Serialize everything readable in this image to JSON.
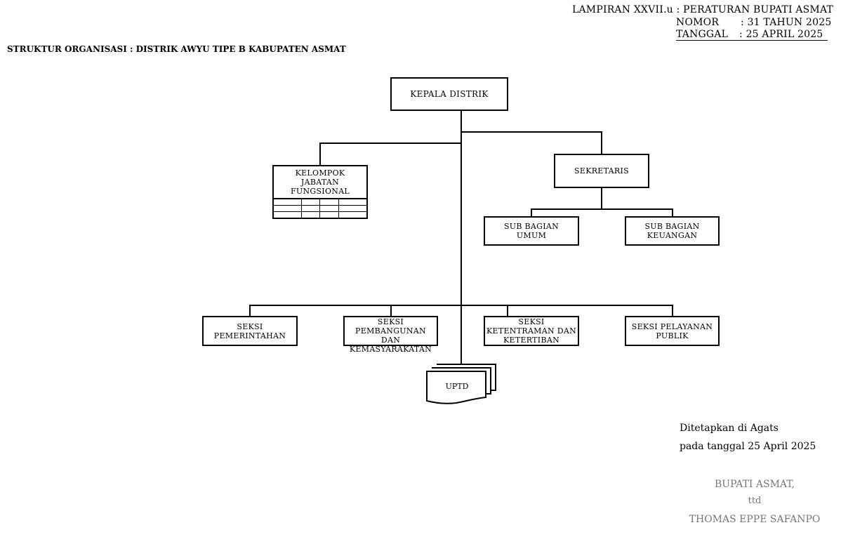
{
  "header": {
    "lampiran": "LAMPIRAN XXVII.u : PERATURAN BUPATI ASMAT",
    "nomor_label": "NOMOR",
    "nomor_value": ": 31 TAHUN 2025",
    "tanggal_label": "TANGGAL",
    "tanggal_value": ":   25 APRIL 2025"
  },
  "title": "STRUKTUR ORGANISASI : DISTRIK AWYU TIPE B KABUPATEN ASMAT",
  "org": {
    "kepala": "KEPALA DISTRIK",
    "jabatan_fungsional": [
      "KELOMPOK",
      "JABATAN",
      "FUNGSIONAL"
    ],
    "sekretaris": "SEKRETARIS",
    "sub_umum": [
      "SUB BAGIAN",
      "UMUM"
    ],
    "sub_keuangan": [
      "SUB BAGIAN",
      "KEUANGAN"
    ],
    "seksi_pemerintahan": [
      "SEKSI",
      "PEMERINTAHAN"
    ],
    "seksi_pembangunan": [
      "SEKSI",
      "PEMBANGUNAN DAN",
      "KEMASYARAKATAN"
    ],
    "seksi_ketentraman": [
      "SEKSI",
      "KETENTRAMAN DAN",
      "KETERTIBAN"
    ],
    "seksi_pelayanan": [
      "SEKSI PELAYANAN",
      "PUBLIK"
    ],
    "uptd": "UPTD"
  },
  "signature": {
    "place": "Ditetapkan di Agats",
    "date": "pada tanggal 25 April 2025",
    "office": "BUPATI ASMAT,",
    "ttd": "ttd",
    "name": "THOMAS EPPE SAFANPO"
  }
}
